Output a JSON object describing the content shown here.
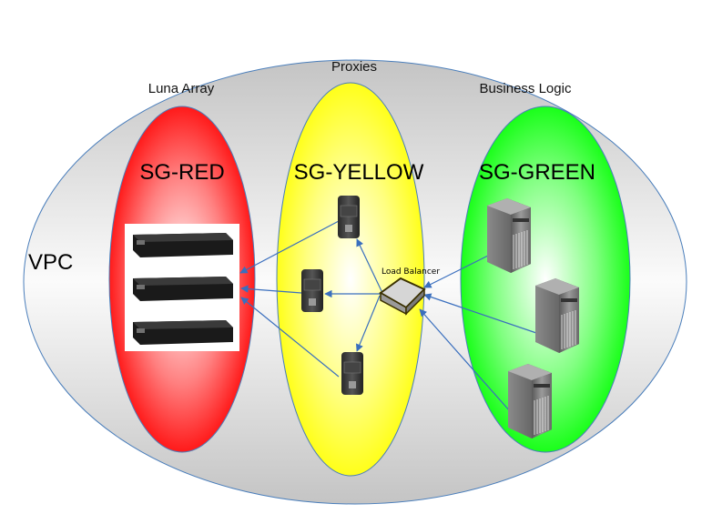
{
  "diagram": {
    "vpc": {
      "label": "VPC",
      "fill_top": "#c6c6c6",
      "fill_mid": "#fafafa",
      "stroke": "#4a7ebb"
    },
    "groups": [
      {
        "id": "red",
        "title": "Luna Array",
        "sg_label": "SG-RED",
        "color": "#ff0000",
        "members": [
          "Luna HSM appliance 1",
          "Luna HSM appliance 2",
          "Luna HSM appliance 3"
        ]
      },
      {
        "id": "yellow",
        "title": "Proxies",
        "sg_label": "SG-YELLOW",
        "color": "#ffff00",
        "members": [
          "Proxy server 1",
          "Proxy server 2",
          "Proxy server 3",
          "Load Balancer"
        ]
      },
      {
        "id": "green",
        "title": "Business Logic",
        "sg_label": "SG-GREEN",
        "color": "#00ff00",
        "members": [
          "App server 1",
          "App server 2",
          "App server 3"
        ]
      }
    ],
    "load_balancer": {
      "label": "Load Balancer"
    },
    "connector_color": "#3a6fbe",
    "connections": [
      {
        "from": "App server 1",
        "to": "Load Balancer"
      },
      {
        "from": "App server 2",
        "to": "Load Balancer"
      },
      {
        "from": "App server 3",
        "to": "Load Balancer"
      },
      {
        "from": "Load Balancer",
        "to": "Proxy server 1"
      },
      {
        "from": "Load Balancer",
        "to": "Proxy server 2"
      },
      {
        "from": "Load Balancer",
        "to": "Proxy server 3"
      },
      {
        "from": "Proxy server 1",
        "to": "Luna Array"
      },
      {
        "from": "Proxy server 2",
        "to": "Luna Array"
      },
      {
        "from": "Proxy server 3",
        "to": "Luna Array"
      }
    ]
  }
}
